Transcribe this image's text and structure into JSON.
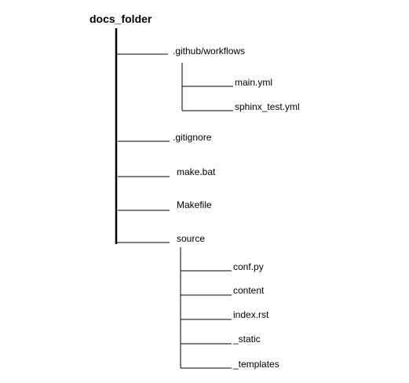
{
  "tree": {
    "root": "docs_folder",
    "children": [
      {
        "name": ".github/workflows",
        "children": [
          "main.yml",
          "sphinx_test.yml"
        ]
      },
      {
        "name": ".gitignore"
      },
      {
        "name": "make.bat"
      },
      {
        "name": "Makefile"
      },
      {
        "name": "source",
        "children": [
          "conf.py",
          "content",
          "index.rst",
          "_static",
          "_templates"
        ]
      }
    ]
  }
}
